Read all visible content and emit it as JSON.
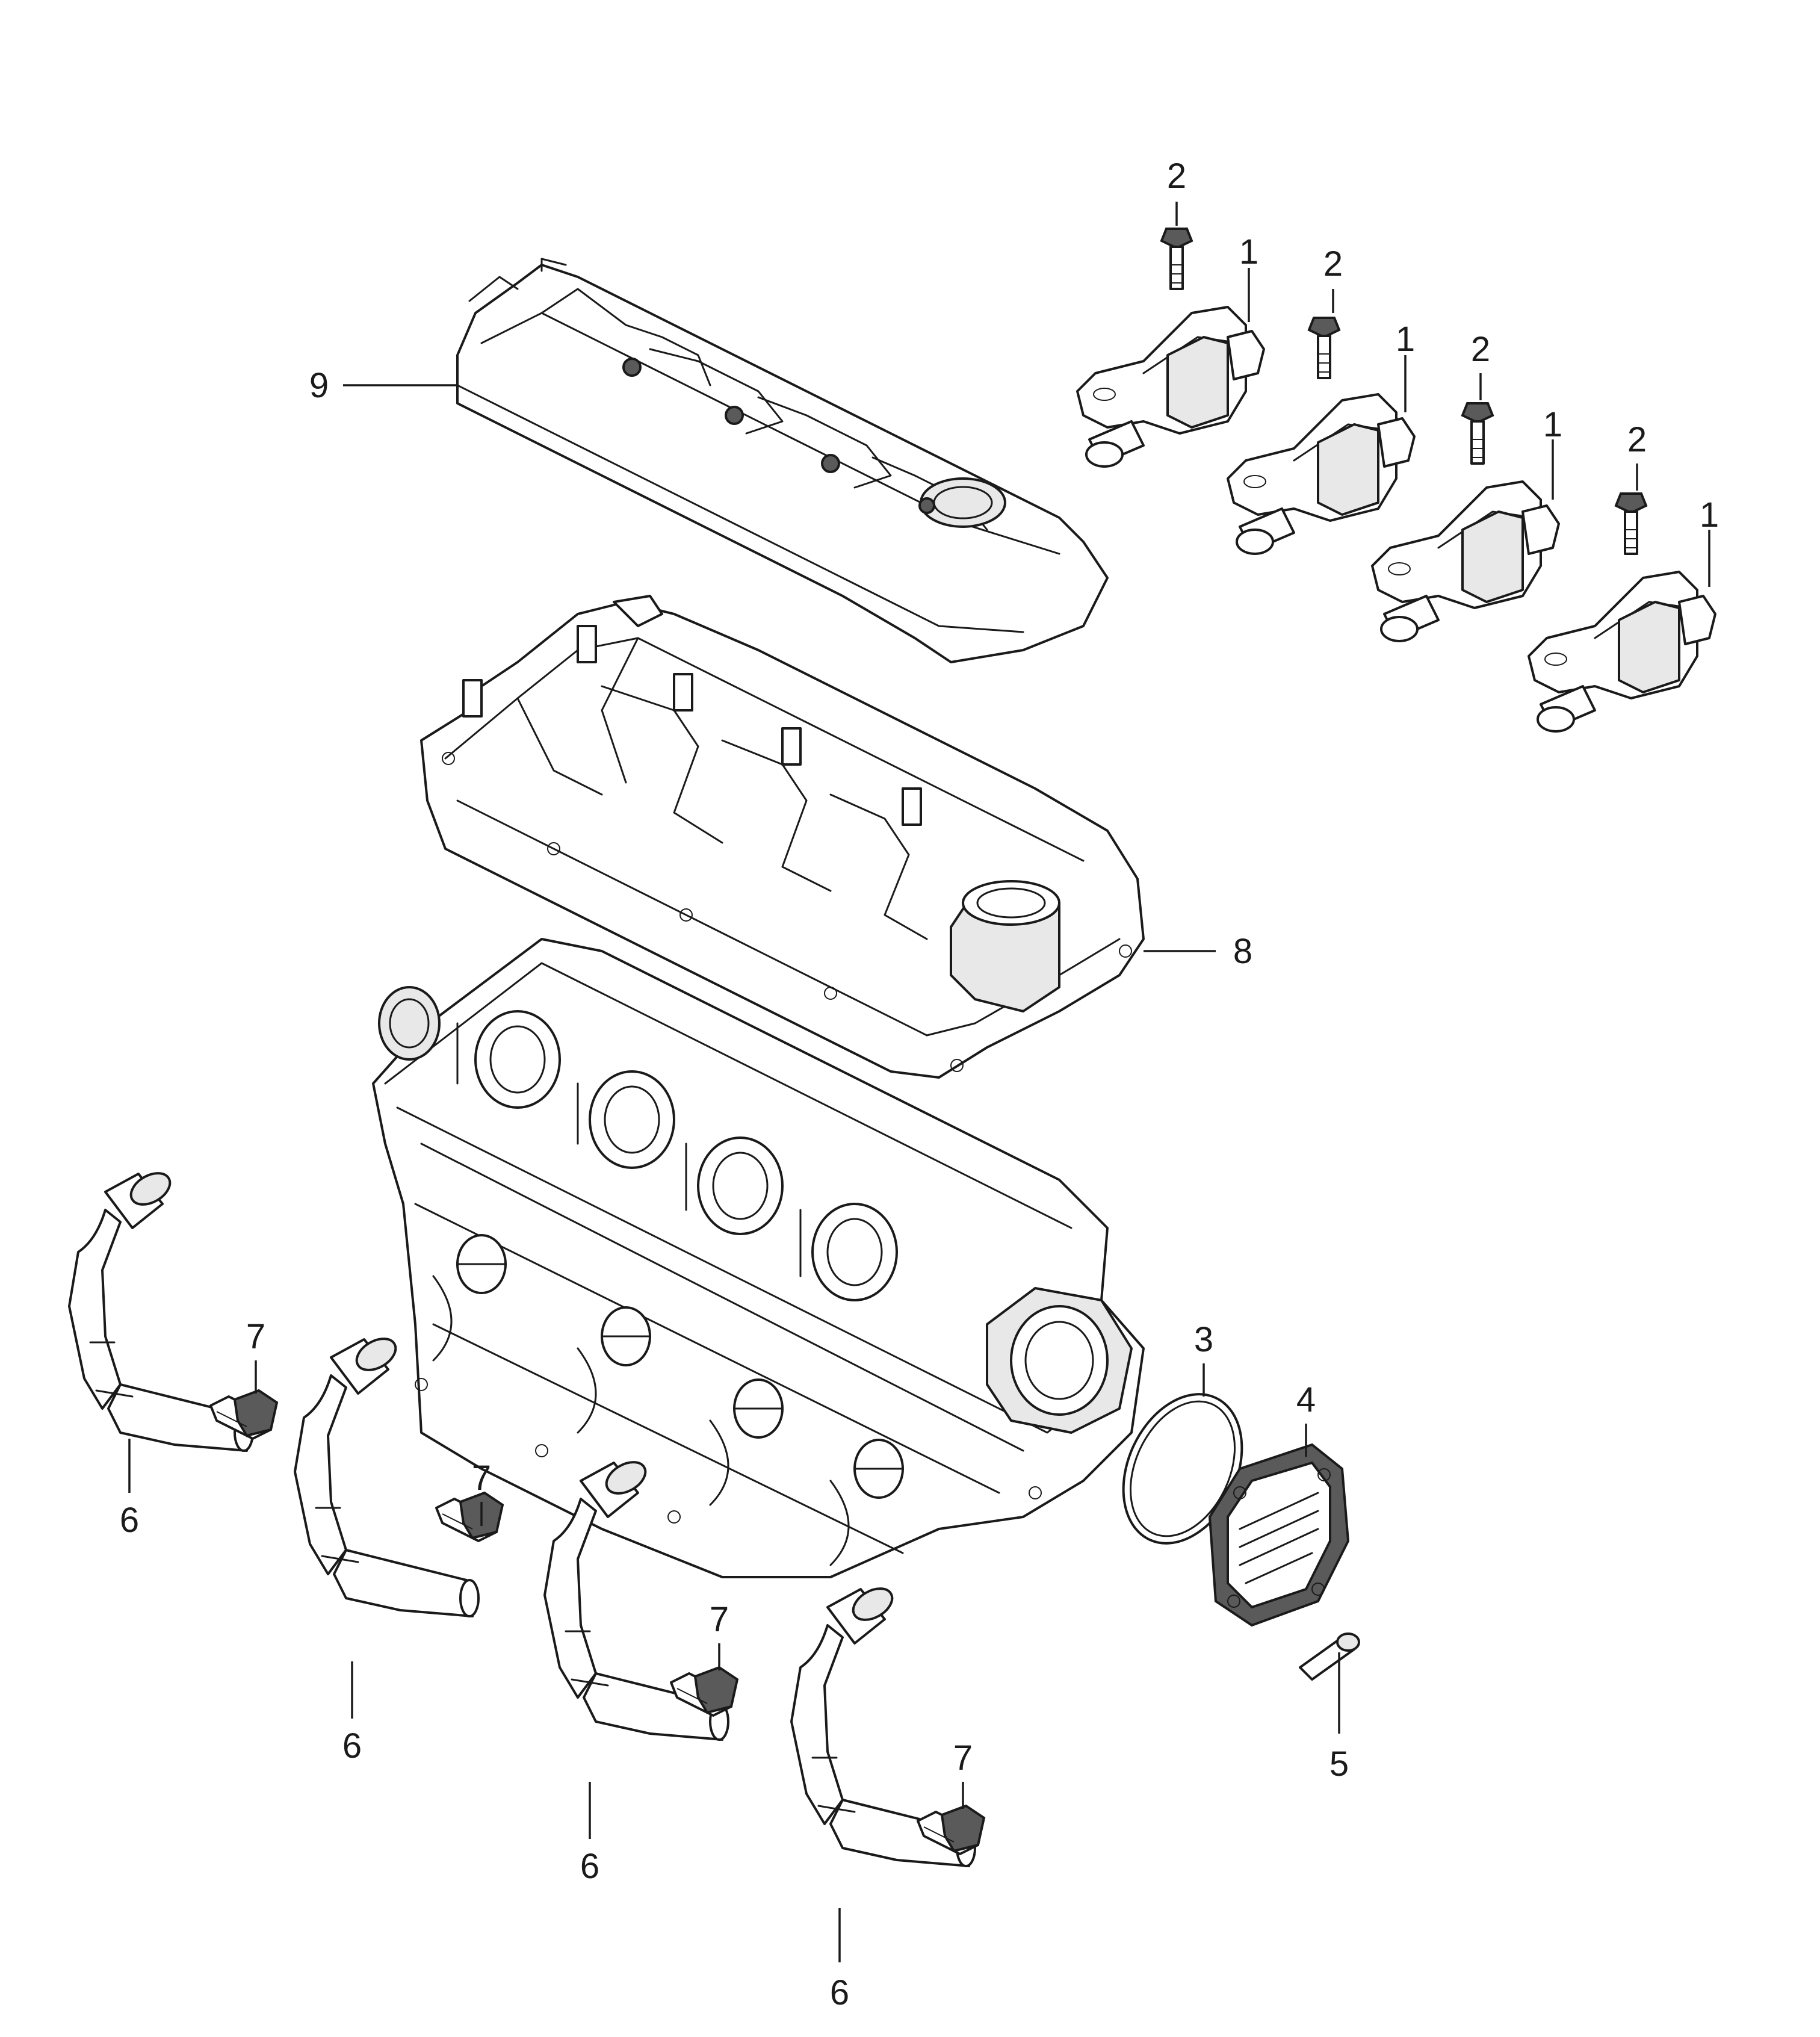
{
  "diagram": {
    "callouts": [
      {
        "id": "c1a",
        "label": "1"
      },
      {
        "id": "c1b",
        "label": "1"
      },
      {
        "id": "c1c",
        "label": "1"
      },
      {
        "id": "c1d",
        "label": "1"
      },
      {
        "id": "c2a",
        "label": "2"
      },
      {
        "id": "c2b",
        "label": "2"
      },
      {
        "id": "c2c",
        "label": "2"
      },
      {
        "id": "c2d",
        "label": "2"
      },
      {
        "id": "c3",
        "label": "3"
      },
      {
        "id": "c4",
        "label": "4"
      },
      {
        "id": "c5",
        "label": "5"
      },
      {
        "id": "c6a",
        "label": "6"
      },
      {
        "id": "c6b",
        "label": "6"
      },
      {
        "id": "c6c",
        "label": "6"
      },
      {
        "id": "c6d",
        "label": "6"
      },
      {
        "id": "c7a",
        "label": "7"
      },
      {
        "id": "c7b",
        "label": "7"
      },
      {
        "id": "c7c",
        "label": "7"
      },
      {
        "id": "c7d",
        "label": "7"
      },
      {
        "id": "c8",
        "label": "8"
      },
      {
        "id": "c9",
        "label": "9"
      }
    ]
  }
}
